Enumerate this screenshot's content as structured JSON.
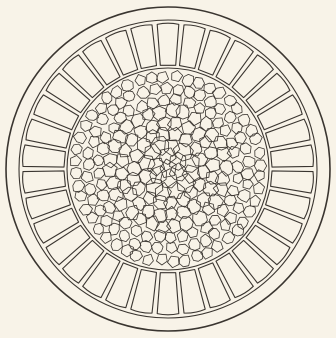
{
  "figure": {
    "ink_color": "#3a3530",
    "paper_color": "#f8f3e8",
    "peripheral_cell_count": 34,
    "interior_cell_rings": [
      {
        "count": 1
      },
      {
        "count": 6
      },
      {
        "count": 12
      },
      {
        "count": 18
      },
      {
        "count": 24
      },
      {
        "count": 30
      },
      {
        "count": 36
      },
      {
        "count": 42
      },
      {
        "count": 48
      }
    ]
  }
}
